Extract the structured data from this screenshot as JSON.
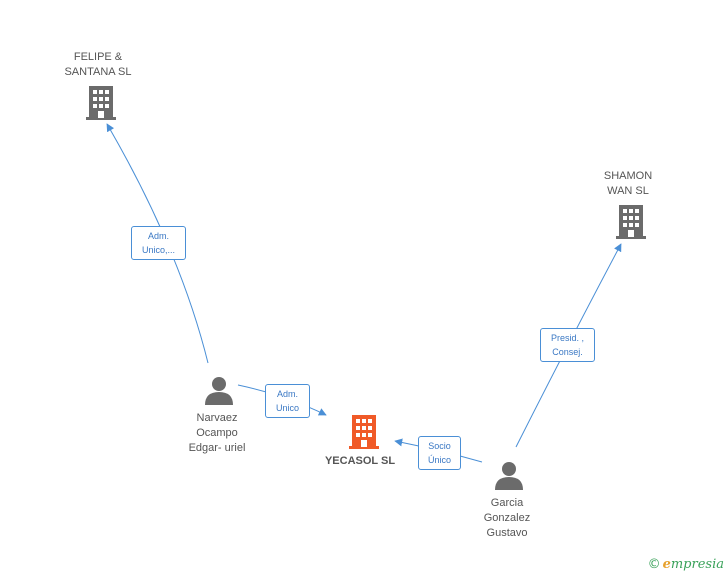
{
  "colors": {
    "line": "#4a8fd6",
    "company_icon": "#6b6b6b",
    "main_company_icon": "#f05a28",
    "person_icon": "#6b6b6b"
  },
  "nodes": [
    {
      "id": "felipe",
      "kind": "company",
      "label": "FELIPE &\nSANTANA SL",
      "icon": "building-icon"
    },
    {
      "id": "shamon",
      "kind": "company",
      "label": "SHAMON\nWAN SL",
      "icon": "building-icon"
    },
    {
      "id": "yecasol",
      "kind": "main-company",
      "label": "YECASOL SL",
      "icon": "building-icon"
    },
    {
      "id": "narvaez",
      "kind": "person",
      "label": "Narvaez\nOcampo\nEdgar- uriel",
      "icon": "person-icon"
    },
    {
      "id": "garcia",
      "kind": "person",
      "label": "Garcia\nGonzalez\nGustavo",
      "icon": "person-icon"
    }
  ],
  "relations": [
    {
      "from": "narvaez",
      "to": "felipe",
      "label": "Adm.\nUnico,..."
    },
    {
      "from": "narvaez",
      "to": "yecasol",
      "label": "Adm.\nUnico"
    },
    {
      "from": "garcia",
      "to": "yecasol",
      "label": "Socio\nÚnico"
    },
    {
      "from": "garcia",
      "to": "shamon",
      "label": "Presid. ,\nConsej."
    }
  ],
  "watermark": {
    "copyright": "©",
    "brand_initial": "e",
    "brand_rest": "mpresia"
  }
}
